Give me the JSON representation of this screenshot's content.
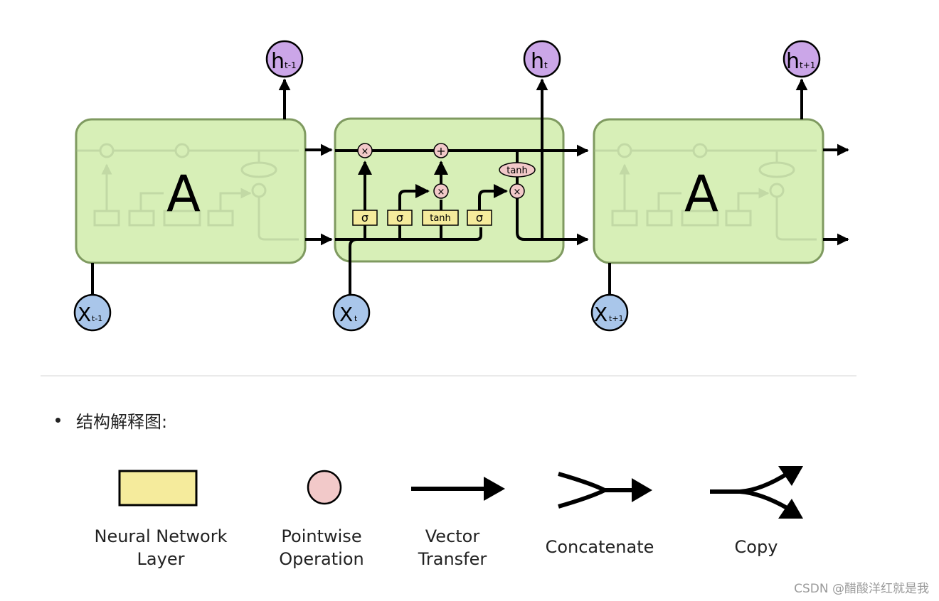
{
  "cells": {
    "left_label": "A",
    "right_label": "A"
  },
  "nodes": {
    "h_prev": {
      "main": "h",
      "sub": "t-1"
    },
    "h_cur": {
      "main": "h",
      "sub": "t"
    },
    "h_next": {
      "main": "h",
      "sub": "t+1"
    },
    "x_prev": {
      "main": "X",
      "sub": "t-1"
    },
    "x_cur": {
      "main": "X",
      "sub": "t"
    },
    "x_next": {
      "main": "X",
      "sub": "t+1"
    }
  },
  "gates": {
    "sigma": "σ",
    "tanh": "tanh",
    "multiply": "×",
    "add": "+"
  },
  "section": {
    "bullet_text": "结构解释图:"
  },
  "legend": {
    "neural_layer_line1": "Neural Network",
    "neural_layer_line2": "Layer",
    "pointwise_line1": "Pointwise",
    "pointwise_line2": "Operation",
    "vector_line1": "Vector",
    "vector_line2": "Transfer",
    "concatenate": "Concatenate",
    "copy": "Copy"
  },
  "watermark": "CSDN @醋酸洋红就是我",
  "colors": {
    "cell_fill": "#d7efb7",
    "cell_stroke": "#7f9a60",
    "layer_fill": "#f5eb9c",
    "pointwise_fill": "#f2c9c9",
    "h_fill": "#cba6e8",
    "x_fill": "#a9c6ea",
    "line": "#000000"
  }
}
